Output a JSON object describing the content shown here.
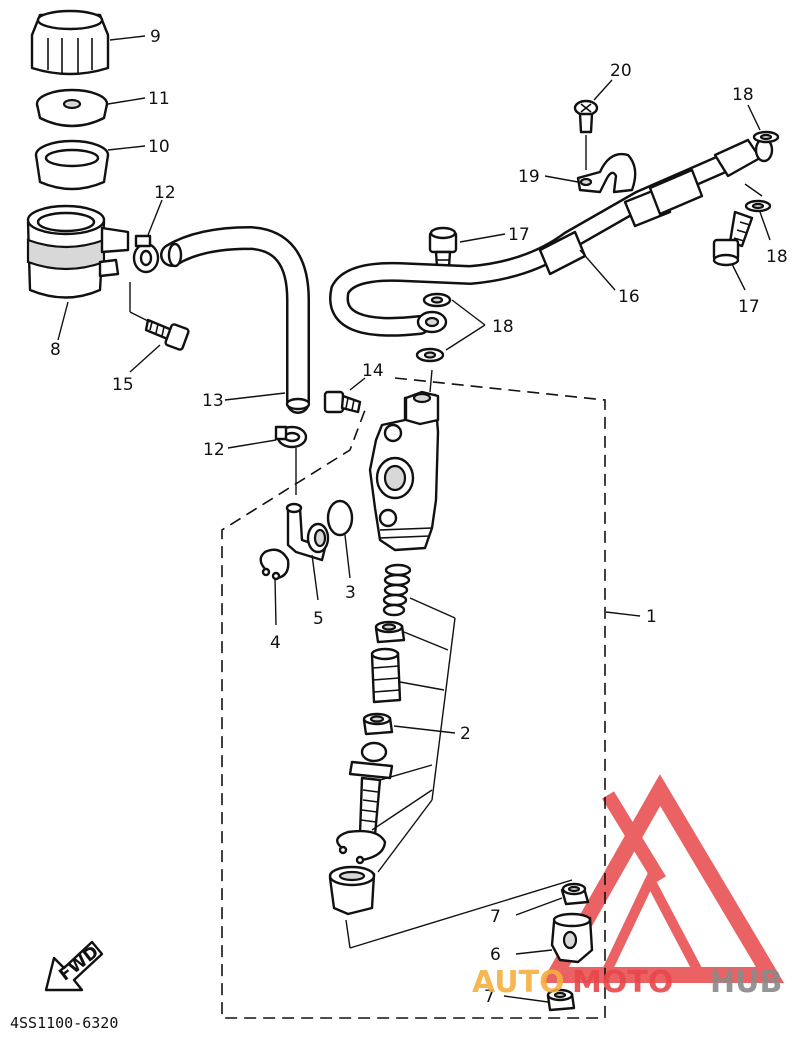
{
  "diagram": {
    "callouts": [
      {
        "id": "c9",
        "text": "9"
      },
      {
        "id": "c11",
        "text": "11"
      },
      {
        "id": "c10",
        "text": "10"
      },
      {
        "id": "c12a",
        "text": "12"
      },
      {
        "id": "c8",
        "text": "8"
      },
      {
        "id": "c15",
        "text": "15"
      },
      {
        "id": "c13",
        "text": "13"
      },
      {
        "id": "c12b",
        "text": "12"
      },
      {
        "id": "c14",
        "text": "14"
      },
      {
        "id": "c20",
        "text": "20"
      },
      {
        "id": "c19",
        "text": "19"
      },
      {
        "id": "c18a",
        "text": "18"
      },
      {
        "id": "c18b",
        "text": "18"
      },
      {
        "id": "c17a",
        "text": "17"
      },
      {
        "id": "c17b",
        "text": "17"
      },
      {
        "id": "c16",
        "text": "16"
      },
      {
        "id": "c18c",
        "text": "18"
      },
      {
        "id": "c3",
        "text": "3"
      },
      {
        "id": "c4",
        "text": "4"
      },
      {
        "id": "c5",
        "text": "5"
      },
      {
        "id": "c1",
        "text": "1"
      },
      {
        "id": "c2",
        "text": "2"
      },
      {
        "id": "c7a",
        "text": "7"
      },
      {
        "id": "c6",
        "text": "6"
      },
      {
        "id": "c7b",
        "text": "7"
      }
    ],
    "fwd_label": "FWD",
    "part_code": "4SS1100-6320"
  },
  "watermark": {
    "word_a": "AUTO",
    "word_b": "MOTO",
    "word_c": "HUB",
    "color_red": "#e8474a",
    "color_orange": "#f5b041",
    "color_gray": "#8a8a8a"
  }
}
